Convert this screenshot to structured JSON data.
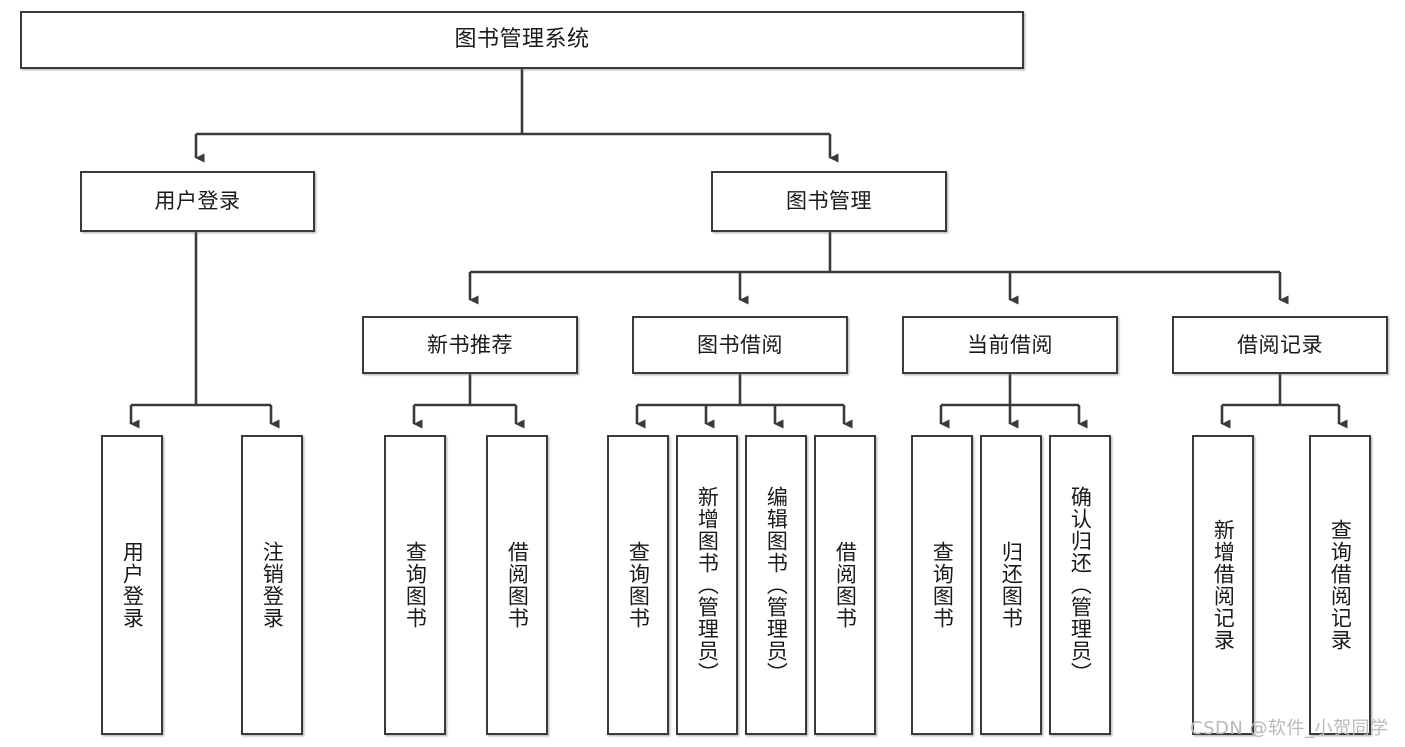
{
  "diagram": {
    "title": "图书管理系统",
    "type": "tree-hierarchy",
    "root": {
      "label": "图书管理系统"
    },
    "level1": [
      {
        "label": "用户登录"
      },
      {
        "label": "图书管理"
      }
    ],
    "level2": [
      {
        "label": "新书推荐"
      },
      {
        "label": "图书借阅"
      },
      {
        "label": "当前借阅"
      },
      {
        "label": "借阅记录"
      }
    ],
    "leaves": {
      "user_login": [
        {
          "label": "用户登录"
        },
        {
          "label": "注销登录"
        }
      ],
      "new_book_recommend": [
        {
          "label": "查询图书"
        },
        {
          "label": "借阅图书"
        }
      ],
      "book_borrow": [
        {
          "label": "查询图书"
        },
        {
          "label": "新增图书（管理员）"
        },
        {
          "label": "编辑图书（管理员）"
        },
        {
          "label": "借阅图书"
        }
      ],
      "current_borrow": [
        {
          "label": "查询图书"
        },
        {
          "label": "归还图书"
        },
        {
          "label": "确认归还（管理员）"
        }
      ],
      "borrow_record": [
        {
          "label": "新增借阅记录"
        },
        {
          "label": "查询借阅记录"
        }
      ]
    }
  },
  "watermark": {
    "text": "CSDN @软件_小贺同学"
  },
  "colors": {
    "stroke": "#3a3a3a",
    "fill": "#ffffff",
    "text": "#1a1a1a",
    "watermark": "#b9b9b9"
  }
}
